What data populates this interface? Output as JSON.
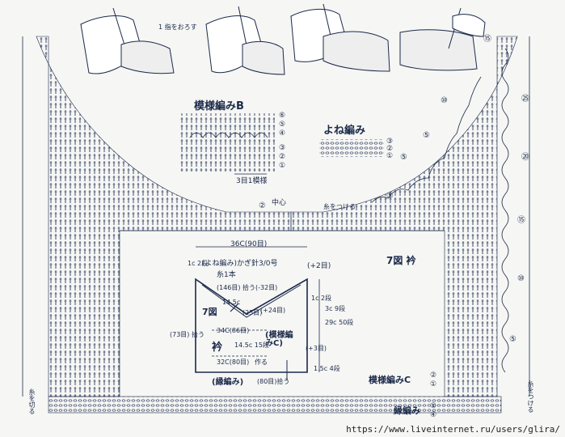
{
  "pattern_b": {
    "title": "模様編みB",
    "rows": [
      "⑥",
      "⑤",
      "④",
      "③",
      "②",
      "①"
    ],
    "repeat": "3目1模様"
  },
  "yone": {
    "title": "よね編み",
    "rows": [
      "③",
      "②",
      "①"
    ]
  },
  "step_label": "1 指をおろす",
  "collar": {
    "title": "7図 衿",
    "inset_width": "36C(90目)",
    "inset_rib": "(よね編み)かぎ針3/0号",
    "inset_thread": "糸1本",
    "inset_left_rows": "1c 2段",
    "plus2": "(+2目)",
    "pick146": "(146目) 拾う",
    "minus32": "(-32目)",
    "w145a": "14.5c",
    "r25": "(25目)",
    "plus24": "(+24目)",
    "right_a": "1c 2段",
    "right_b": "3c 9段",
    "right_c": "29c 50段",
    "fig7": "7図",
    "w34": "34C(86目)",
    "pick73": "(73目) 拾う",
    "collar_word": "衿",
    "pattern_c_inset": "(模様編みC)",
    "w145b": "14.5c 15段",
    "plus3": "(+3目)",
    "w32": "32C(80目)",
    "make": "作る",
    "right_d": "1.5c 4段",
    "edge": "(縁編み)",
    "pick80": "(80目)拾う"
  },
  "labels": {
    "center": "中心",
    "attach_left": "糸をつける",
    "attach_right": "糸をつける",
    "cut": "糸を切る",
    "pattern_c": "模様編みC",
    "edge": "縁編み",
    "edge_rows_c": [
      "②",
      "①"
    ],
    "edge_rows_e": [
      "①"
    ],
    "bottom_rows": [
      "④"
    ],
    "markers": [
      "⑮",
      "⑩",
      "⑤",
      "⑤",
      "㉕",
      "⑳",
      "⑮",
      "⑩",
      "⑤",
      "②",
      "⑤"
    ]
  },
  "watermark": "https://www.liveinternet.ru/users/glira/"
}
